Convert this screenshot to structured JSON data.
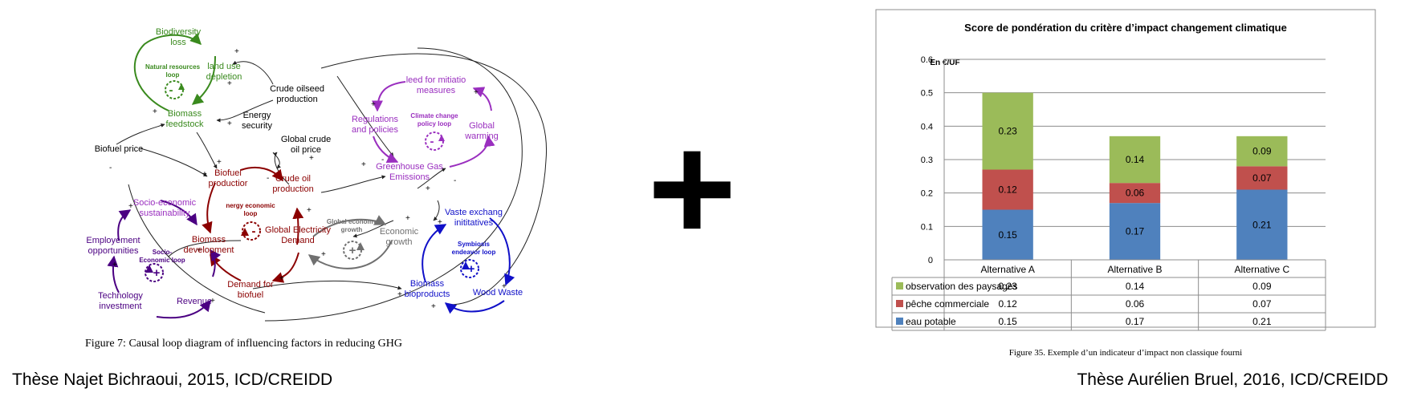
{
  "colors": {
    "green": "#3a8a1e",
    "purple": "#9a2fbf",
    "darkred": "#8b0000",
    "blue": "#1010c8",
    "darkpurple": "#4b0082",
    "gray": "#707070",
    "bar_blue": "#4f81bd",
    "bar_red": "#c0504d",
    "bar_green": "#9bbb59"
  },
  "left_figure": {
    "nodes": {
      "biodiversity_1": "Biodiversity",
      "biodiversity_2": "loss",
      "land_use_1": "land use",
      "land_use_2": "depletion",
      "natural_loop_1": "Natural resources",
      "natural_loop_2": "loop",
      "biomass_feed_1": "Biomass",
      "biomass_feed_2": "feedstock",
      "energy_sec_1": "Energy",
      "energy_sec_2": "security",
      "crude_oilseed_1": "Crude oilseed",
      "crude_oilseed_2": "production",
      "need_mitig_1": "leed for mitiatio",
      "need_mitig_2": "measures",
      "regulations_1": "Regulations",
      "regulations_2": "and policies",
      "climate_loop_1": "Climate change",
      "climate_loop_2": "policy loop",
      "global_warming_1": "Global",
      "global_warming_2": "warming",
      "biofuel_price": "Biofuel price",
      "global_crude_1": "Global crude",
      "global_crude_2": "oil price",
      "biofuel_prod_1": "Biofuel",
      "biofuel_prod_2": "productior",
      "crude_oil_prod_1": "Crude oil",
      "crude_oil_prod_2": "production",
      "ghg_1": "Greenhouse Gas",
      "ghg_2": "Emissions",
      "socio_sust_1": "Socio-economic",
      "socio_sust_2": "sustainability",
      "energy_loop_1": "nergy economic",
      "energy_loop_2": "loop",
      "global_elec_1": "Global Electricity",
      "global_elec_2": "Demand",
      "global_econ_loop_1": "Global economy",
      "global_econ_loop_2": "growth",
      "econ_growth_1": "Economic",
      "econ_growth_2": "growth",
      "waste_exch_1": "Vaste exchang",
      "waste_exch_2": "inititatives",
      "employment_1": "Employement",
      "employment_2": "opportunities",
      "biomass_dev_1": "Biomass",
      "biomass_dev_2": "development",
      "socio_loop_1": "Socio-",
      "socio_loop_2": "Economic loop",
      "symbiosis_loop_1": "Symbiosis",
      "symbiosis_loop_2": "endeavor loop",
      "demand_biofuel_1": "Demand for",
      "demand_biofuel_2": "biofuel",
      "biomass_bioprod_1": "Biomass",
      "biomass_bioprod_2": "bioproducts",
      "wood_waste": "Wood Waste",
      "tech_invest_1": "Technology",
      "tech_invest_2": "investment",
      "revenue": "Revenue"
    },
    "signs": {
      "plus": "+",
      "minus": "-"
    },
    "caption": "Figure 7: Causal loop diagram of influencing factors in reducing GHG"
  },
  "plus_sign": "+",
  "chart_data": {
    "type": "bar",
    "stacked": true,
    "title": "Score de pondération du critère d’impact changement climatique",
    "ylabel": "En €/UF",
    "ylim": [
      0,
      0.6
    ],
    "yticks": [
      "0",
      "0.1",
      "0.2",
      "0.3",
      "0.4",
      "0.5",
      "0.6"
    ],
    "categories": [
      "Alternative A",
      "Alternative B",
      "Alternative C"
    ],
    "series": [
      {
        "name": "eau potable",
        "color": "#4f81bd",
        "values": [
          0.15,
          0.17,
          0.21
        ],
        "labels": [
          "0.15",
          "0.17",
          "0.21"
        ]
      },
      {
        "name": "pêche commerciale",
        "color": "#c0504d",
        "values": [
          0.12,
          0.06,
          0.07
        ],
        "labels": [
          "0.12",
          "0.06",
          "0.07"
        ]
      },
      {
        "name": "observation des paysages",
        "color": "#9bbb59",
        "values": [
          0.23,
          0.14,
          0.09
        ],
        "labels": [
          "0.23",
          "0.14",
          "0.09"
        ]
      }
    ],
    "grid": true,
    "legend": "data-table"
  },
  "right_caption": "Figure 35. Exemple d’un indicateur d’impact non classique fourni",
  "credits": {
    "left": "Thèse Najet Bichraoui, 2015,  ICD/CREIDD",
    "right": "Thèse Aurélien Bruel, 2016, ICD/CREIDD"
  }
}
